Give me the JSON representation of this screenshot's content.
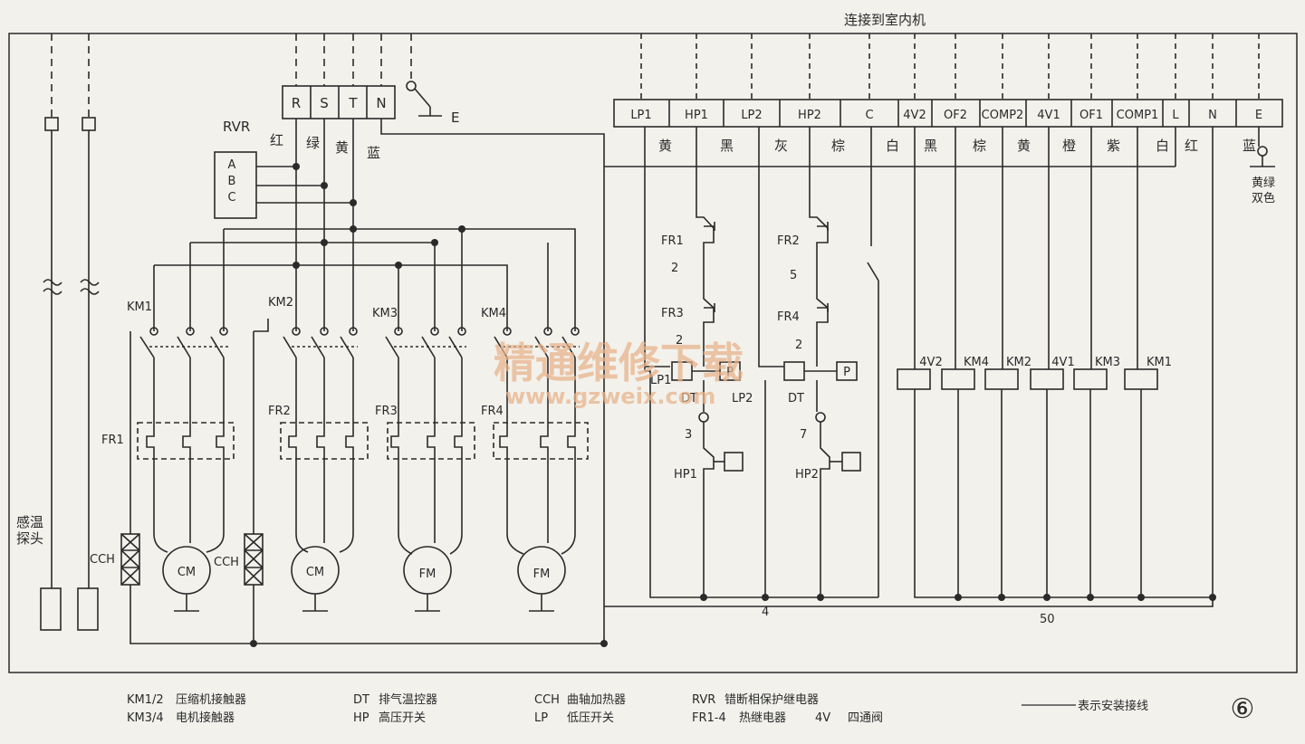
{
  "header": {
    "title": "连接到室内机"
  },
  "power": {
    "terminals": [
      "R",
      "S",
      "T",
      "N"
    ],
    "earth": "E",
    "phase_colors": [
      "红",
      "绿",
      "黄",
      "蓝"
    ]
  },
  "rvr": {
    "label": "RVR",
    "pins": [
      "A",
      "B",
      "C"
    ]
  },
  "indoor_terminals": [
    "LP1",
    "HP1",
    "LP2",
    "HP2",
    "C",
    "4V2",
    "OF2",
    "COMP2",
    "4V1",
    "OF1",
    "COMP1",
    "L",
    "N",
    "E"
  ],
  "indoor_wire_colors": [
    "黄",
    "黑",
    "灰",
    "棕",
    "白",
    "黑",
    "棕",
    "黄",
    "橙",
    "紫",
    "白",
    "红",
    "蓝"
  ],
  "earth_color": [
    "黄绿",
    "双色"
  ],
  "contactors": [
    "KM1",
    "KM2",
    "KM3",
    "KM4"
  ],
  "relays": [
    "FR1",
    "FR2",
    "FR3",
    "FR4"
  ],
  "heaters": [
    "CCH",
    "CCH"
  ],
  "motors": [
    "CM",
    "CM",
    "FM",
    "FM"
  ],
  "sensor": {
    "line1": "感温",
    "line2": "探头"
  },
  "control": {
    "fr": [
      "FR1",
      "FR3",
      "FR2",
      "FR4"
    ],
    "numbers": [
      "2",
      "2",
      "3",
      "5",
      "2",
      "7",
      "4",
      "50"
    ],
    "lp": [
      "LP1",
      "LP2"
    ],
    "dt": [
      "DT",
      "DT"
    ],
    "hp": [
      "HP1",
      "HP2"
    ],
    "p": "P",
    "coils": [
      "4V2",
      "KM4",
      "KM2",
      "4V1",
      "KM3",
      "KM1"
    ]
  },
  "legend": [
    {
      "key": "KM1/2",
      "text": "压缩机接触器"
    },
    {
      "key": "KM3/4",
      "text": "电机接触器"
    },
    {
      "key": "DT",
      "text": "排气温控器"
    },
    {
      "key": "HP",
      "text": "高压开关"
    },
    {
      "key": "CCH",
      "text": "曲轴加热器"
    },
    {
      "key": "LP",
      "text": "低压开关"
    },
    {
      "key": "RVR",
      "text": "错断相保护继电器"
    },
    {
      "key": "FR1-4",
      "text": "热继电器"
    },
    {
      "key": "4V",
      "text": "四通阀"
    }
  ],
  "install_note": "表示安装接线",
  "figure_no": "⑥",
  "watermark": {
    "text": "精通维修下载",
    "url": "www.gzweix.com"
  }
}
